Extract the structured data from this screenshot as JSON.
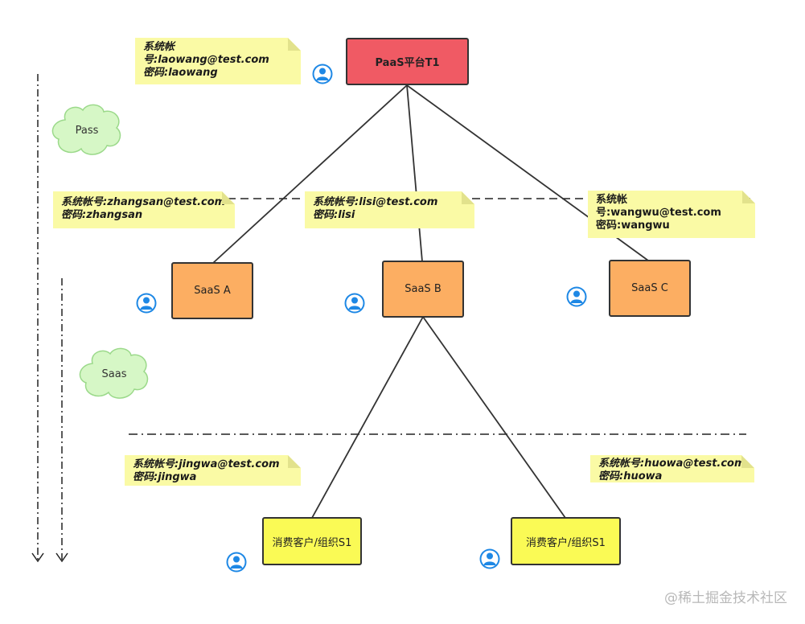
{
  "nodes": {
    "paas": "PaaS平台T1",
    "saas_a": "SaaS A",
    "saas_b": "SaaS B",
    "saas_c": "SaaS C",
    "consumer_1": "消费客户/组织S1",
    "consumer_2": "消费客户/组织S1"
  },
  "clouds": {
    "pass": "Pass",
    "saas": "Saas"
  },
  "notes": {
    "laowang": [
      "系统帐",
      "号:laowang@test.com",
      "密码:laowang"
    ],
    "zhangsan": [
      "系统帐号:zhangsan@test.com",
      "密码:zhangsan"
    ],
    "lisi": [
      "系统帐号:lisi@test.com",
      "密码:lisi"
    ],
    "wangwu": [
      "系统帐",
      "号:wangwu@test.com",
      "密码:wangwu"
    ],
    "jingwa": [
      "系统帐号:jingwa@test.com",
      "密码:jingwa"
    ],
    "huowa": [
      "系统帐号:huowa@test.com",
      "密码:huowa"
    ]
  },
  "icons": {
    "user": "user-icon",
    "cloud": "cloud-shape",
    "arrow": "arrow-down"
  },
  "colors": {
    "paas": "#f05a64",
    "saas": "#fcae62",
    "consumer": "#fafa55",
    "note": "#fafaa5",
    "cloud": "#d6f7c6",
    "user_icon": "#1e88e5"
  },
  "watermark": "@稀土掘金技术社区"
}
